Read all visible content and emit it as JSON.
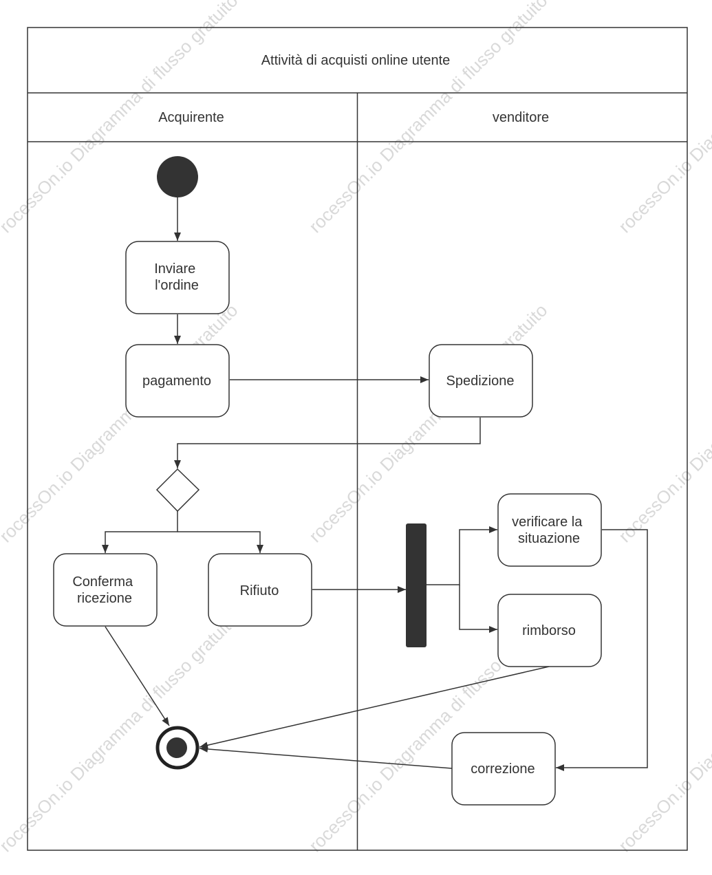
{
  "diagram": {
    "title": "Attività di acquisti online utente",
    "lanes": {
      "buyer": "Acquirente",
      "seller": "venditore"
    },
    "nodes": {
      "send_order": [
        "Inviare",
        "l'ordine"
      ],
      "payment": "pagamento",
      "shipping": "Spedizione",
      "confirm": [
        "Conferma",
        "ricezione"
      ],
      "reject": "Rifiuto",
      "verify": [
        "verificare la",
        "situazione"
      ],
      "refund": "rimborso",
      "correction": "correzione"
    },
    "watermark": "rocessOn.io Diagramma di flusso gratuito",
    "colors": {
      "line": "#333333",
      "node_fill": "#ffffff",
      "solid": "#333333"
    }
  }
}
